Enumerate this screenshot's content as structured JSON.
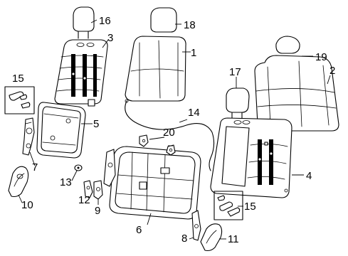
{
  "diagram": {
    "callouts": {
      "c1": "1",
      "c2": "2",
      "c3": "3",
      "c4": "4",
      "c5": "5",
      "c6": "6",
      "c7": "7",
      "c8": "8",
      "c9": "9",
      "c10": "10",
      "c11": "11",
      "c12": "12",
      "c13": "13",
      "c14": "14",
      "c15a": "15",
      "c15b": "15",
      "c16": "16",
      "c17": "17",
      "c18": "18",
      "c19": "19",
      "c20": "20"
    }
  }
}
